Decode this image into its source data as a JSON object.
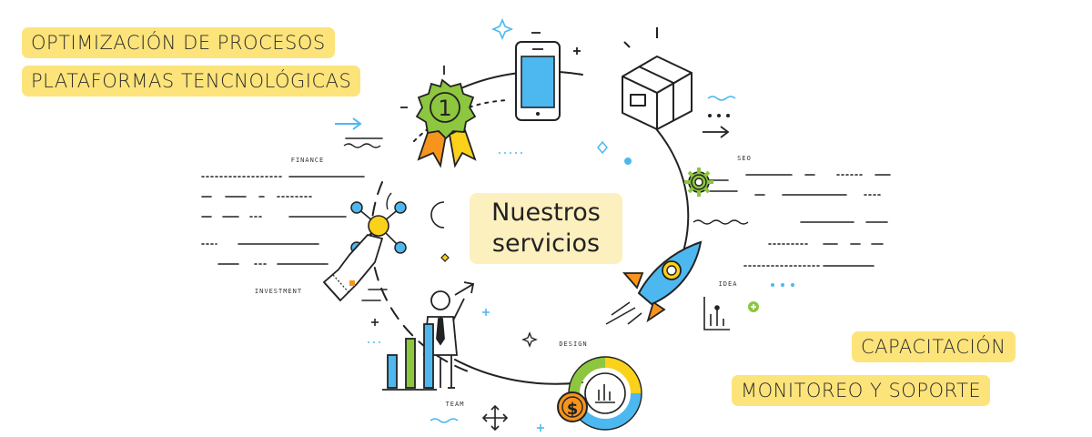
{
  "tags": {
    "optimizacion": "OPTIMIZACIÓN DE PROCESOS",
    "plataformas": "PLATAFORMAS TENCNOLÓGICAS",
    "capacitacion": "CAPACITACIÓN",
    "monitoreo": "MONITOREO Y SOPORTE"
  },
  "center": {
    "line1": "Nuestros",
    "line2": "servicios"
  },
  "labels": {
    "finance": "FINANCE",
    "seo": "SEO",
    "investment": "INVESTMENT",
    "idea": "IDEA",
    "design": "DESIGN",
    "team": "TEAM"
  },
  "badge_number": "1",
  "coin_symbol": "$",
  "colors": {
    "tag_bg": "#fde47a",
    "center_bg": "#fdf0bf",
    "green": "#8dc63f",
    "blue": "#4db8f0",
    "orange": "#f7941d",
    "yellow": "#fcd11a",
    "line": "#222222",
    "cyan_accent": "#3aa8e0"
  },
  "icons": [
    "award-badge-icon",
    "phone-icon",
    "box-icon",
    "gear-icon",
    "network-hand-icon",
    "rocket-icon",
    "businessman-icon",
    "bar-chart-icon",
    "donut-chart-icon",
    "coin-icon",
    "move-arrows-icon"
  ]
}
